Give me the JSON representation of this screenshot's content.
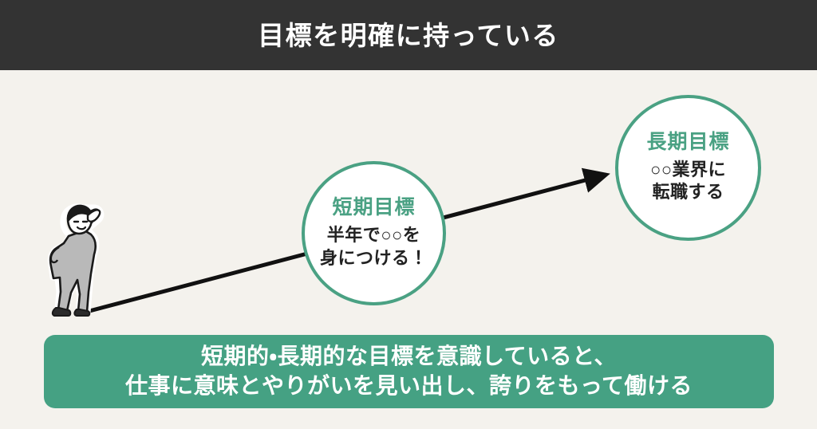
{
  "header": {
    "title": "目標を明確に持っている",
    "background_color": "#333333",
    "text_color": "#ffffff"
  },
  "canvas": {
    "background_color": "#f4f2ed"
  },
  "theme": {
    "accent_green": "#4aa183",
    "banner_green": "#45a183",
    "arrow_color": "#111111",
    "body_text_color": "#222222"
  },
  "illustration": {
    "name": "person-looking-ahead",
    "description": "スーツ姿の人物が手をかざして遠くを見ている"
  },
  "diagram": {
    "arrow": {
      "label": "progress-arrow",
      "from": "person",
      "to": "long-term-goal"
    },
    "circles": [
      {
        "id": "short-term",
        "heading": "短期目標",
        "body": "半年で○○を\n身につける！"
      },
      {
        "id": "long-term",
        "heading": "長期目標",
        "body": "○○業界に\n転職する"
      }
    ]
  },
  "banner": {
    "text": "短期的・長期的な目標を意識していると、\n仕事に意味とやりがいを見い出し、誇りをもって働ける"
  }
}
